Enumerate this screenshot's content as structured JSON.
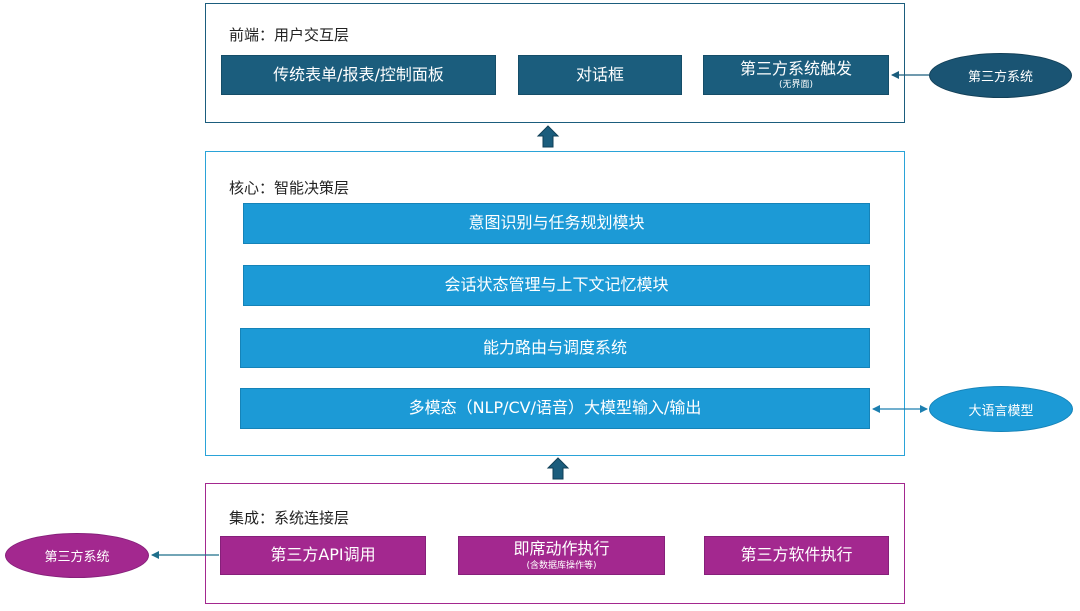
{
  "layers": {
    "frontend": {
      "title": "前端：用户交互层",
      "boxes": [
        {
          "label": "传统表单/报表/控制面板"
        },
        {
          "label": "对话框"
        },
        {
          "label": "第三方系统触发",
          "sublabel": "(无界面)"
        }
      ]
    },
    "core": {
      "title": "核心：智能决策层",
      "boxes": [
        {
          "label": "意图识别与任务规划模块"
        },
        {
          "label": "会话状态管理与上下文记忆模块"
        },
        {
          "label": "能力路由与调度系统"
        },
        {
          "label": "多模态（NLP/CV/语音）大模型输入/输出"
        }
      ]
    },
    "integration": {
      "title": "集成：系统连接层",
      "boxes": [
        {
          "label": "第三方API调用"
        },
        {
          "label": "即席动作执行",
          "sublabel": "(含数据库操作等)"
        },
        {
          "label": "第三方软件执行"
        }
      ]
    }
  },
  "external": {
    "top_right": "第三方系统",
    "middle_right": "大语言模型",
    "bottom_left": "第三方系统"
  },
  "colors": {
    "frontend_border": "#1b5d7d",
    "frontend_box": "#1b5d7d",
    "core_border": "#2aa3d8",
    "core_box": "#1c9ad6",
    "integration_border": "#a3288f",
    "integration_box": "#a3288f",
    "arrow": "#1b5d7d"
  }
}
